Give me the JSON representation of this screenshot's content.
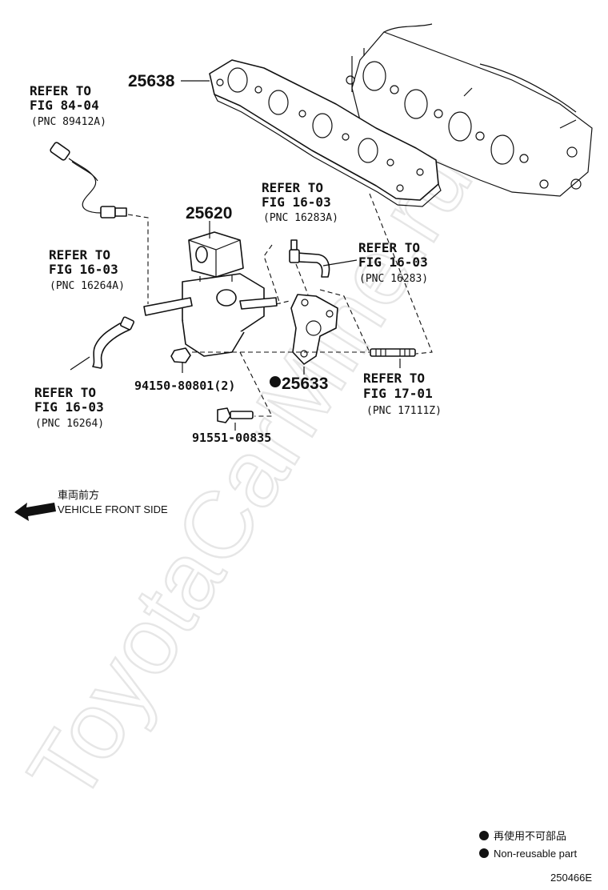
{
  "watermark": "ToyotaCarMine.ru",
  "callouts": {
    "c25638": "25638",
    "c25620": "25620",
    "c25633": "25633",
    "c94150": "94150-80801(2)",
    "c91551": "91551-00835"
  },
  "refs": {
    "r1": {
      "line1": "REFER TO",
      "line2": "FIG 84-04",
      "pnc": "(PNC 89412A)"
    },
    "r2": {
      "line1": "REFER TO",
      "line2": "FIG 16-03",
      "pnc": "(PNC 16283A)"
    },
    "r3": {
      "line1": "REFER TO",
      "line2": "FIG 16-03",
      "pnc": "(PNC 16264A)"
    },
    "r4": {
      "line1": "REFER TO",
      "line2": "FIG 16-03",
      "pnc": "(PNC 16283)"
    },
    "r5": {
      "line1": "REFER TO",
      "line2": "FIG 17-01",
      "pnc": "(PNC 17111Z)"
    },
    "r6": {
      "line1": "REFER TO",
      "line2": "FIG 16-03",
      "pnc": "(PNC 16264)"
    }
  },
  "direction": {
    "jp": "車両前方",
    "en": "VEHICLE FRONT SIDE"
  },
  "legend": {
    "jp": "再使用不可部品",
    "en": "Non-reusable part"
  },
  "figure_code": "250466E",
  "icons": [
    "direction-arrow-icon",
    "non-reusable-bullet-icon"
  ]
}
